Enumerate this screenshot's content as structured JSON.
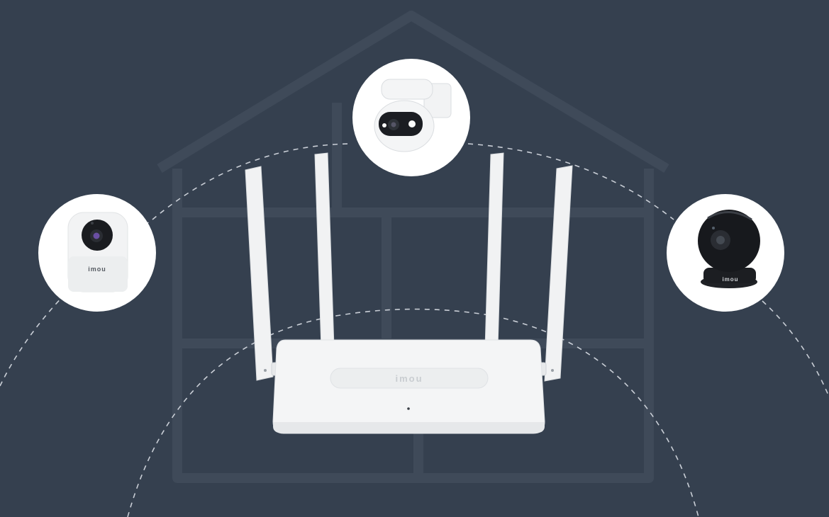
{
  "scene": {
    "colors": {
      "background": "#35404f",
      "house_outline": "#3f4a59",
      "dash": "#c9ced6",
      "device_white": "#f4f5f6",
      "badge_fill": "#ffffff",
      "camera_dark": "#15171b"
    }
  },
  "router": {
    "brand": "imou",
    "antenna_count": 4
  },
  "cameras": [
    {
      "position": "left",
      "icon": "indoor-pan-tilt-camera-icon",
      "brand": "imou"
    },
    {
      "position": "top",
      "icon": "outdoor-pt-camera-icon"
    },
    {
      "position": "right",
      "icon": "dome-camera-icon",
      "brand": "imou"
    }
  ]
}
